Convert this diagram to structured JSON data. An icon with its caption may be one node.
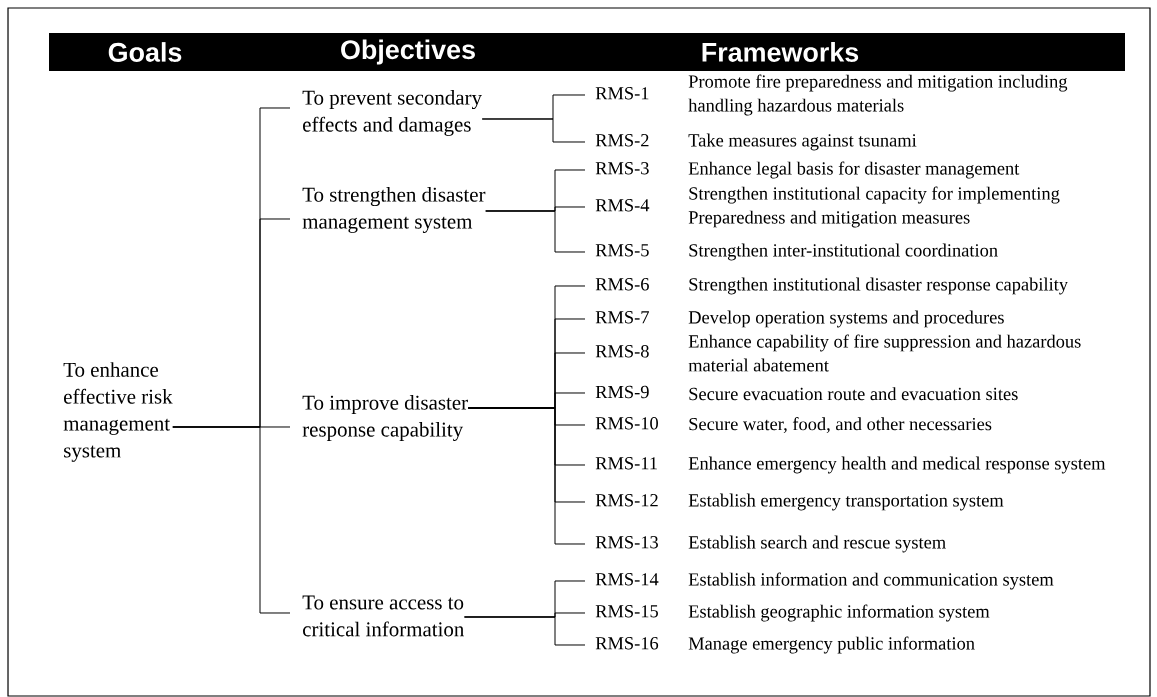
{
  "diagram": {
    "nodes": [
      {
        "text": [
          "To enhance effective risk management system"
        ]
      },
      {
        "text": [
          "To prevent secondary effects and damages"
        ]
      },
      {
        "text": [
          "To strengthen disaster management system"
        ]
      },
      {
        "text": [
          "To improve disaster response capability"
        ]
      },
      {
        "text": [
          "To ensure access to critical information"
        ]
      },
      {
        "text": [
          "RMS-1",
          "Promote fire preparedness and mitigation including handling hazardous materials"
        ]
      },
      {
        "text": [
          "RMS-2",
          "Take measures against tsunami"
        ]
      },
      {
        "text": [
          "RMS-3",
          "Enhance legal basis for disaster management"
        ]
      },
      {
        "text": [
          "RMS-4",
          "Strengthen institutional capacity for implementing Preparedness and mitigation measures"
        ]
      },
      {
        "text": [
          "RMS-5",
          "Strengthen inter-institutional coordination"
        ]
      },
      {
        "text": [
          "RMS-6",
          "Strengthen institutional disaster response capability"
        ]
      },
      {
        "text": [
          "RMS-7",
          "Develop operation systems and procedures"
        ]
      },
      {
        "text": [
          "RMS-8",
          "Enhance capability of fire suppression and hazardous material abatement"
        ]
      },
      {
        "text": [
          "RMS-9",
          "Secure evacuation route and evacuation sites"
        ]
      },
      {
        "text": [
          "RMS-10",
          "Secure water, food, and other necessaries"
        ]
      },
      {
        "text": [
          "RMS-11",
          "Enhance emergency health and medical response system"
        ]
      },
      {
        "text": [
          "RMS-12",
          "Establish emergency transportation system"
        ]
      },
      {
        "text": [
          "RMS-13",
          "Establish search and rescue system"
        ]
      },
      {
        "text": [
          "RMS-14",
          "Establish information and communication system"
        ]
      },
      {
        "text": [
          "RMS-15",
          "Establish geographic information system"
        ]
      },
      {
        "text": [
          "RMS-16",
          "Manage emergency public information"
        ]
      }
    ],
    "edges": [
      {
        "from": 0,
        "to": 1,
        "arrow": "none"
      },
      {
        "from": 0,
        "to": 2,
        "arrow": "none"
      },
      {
        "from": 0,
        "to": 3,
        "arrow": "none"
      },
      {
        "from": 0,
        "to": 4,
        "arrow": "none"
      },
      {
        "from": 1,
        "to": 5,
        "arrow": "none"
      },
      {
        "from": 1,
        "to": 6,
        "arrow": "none"
      },
      {
        "from": 2,
        "to": 7,
        "arrow": "none"
      },
      {
        "from": 2,
        "to": 8,
        "arrow": "none"
      },
      {
        "from": 2,
        "to": 9,
        "arrow": "none"
      },
      {
        "from": 3,
        "to": 10,
        "arrow": "none"
      },
      {
        "from": 3,
        "to": 11,
        "arrow": "none"
      },
      {
        "from": 3,
        "to": 12,
        "arrow": "none"
      },
      {
        "from": 3,
        "to": 13,
        "arrow": "none"
      },
      {
        "from": 3,
        "to": 14,
        "arrow": "none"
      },
      {
        "from": 3,
        "to": 15,
        "arrow": "none"
      },
      {
        "from": 3,
        "to": 16,
        "arrow": "none"
      },
      {
        "from": 3,
        "to": 17,
        "arrow": "none"
      },
      {
        "from": 4,
        "to": 18,
        "arrow": "none"
      },
      {
        "from": 4,
        "to": 19,
        "arrow": "none"
      },
      {
        "from": 4,
        "to": 20,
        "arrow": "none"
      }
    ],
    "labels": [
      "Goals",
      "Objectives",
      "Frameworks"
    ]
  }
}
